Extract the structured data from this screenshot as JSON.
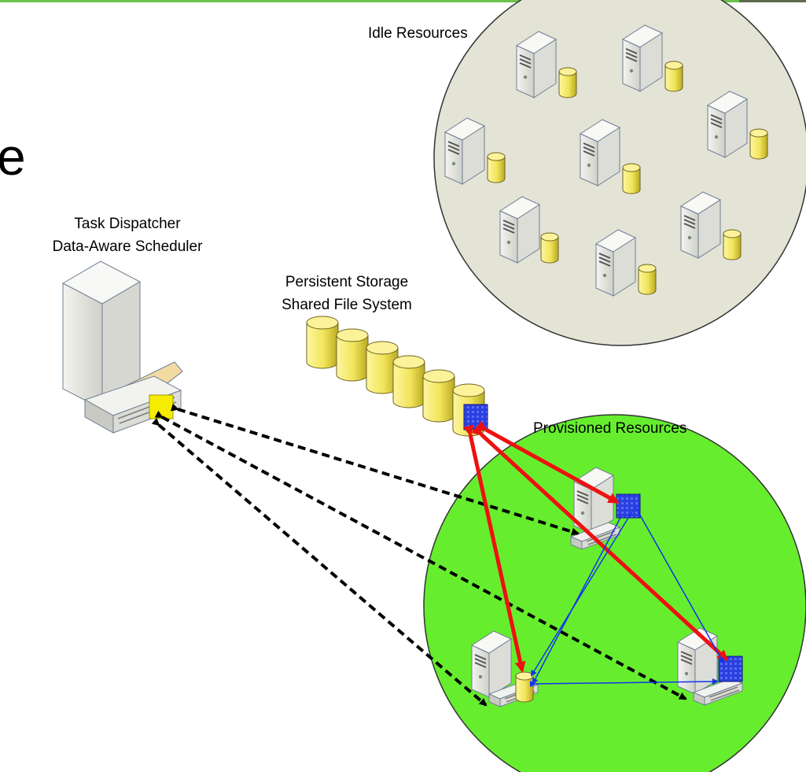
{
  "slide": {
    "title_fragment": "e",
    "top_rule_color": "#6cc24a"
  },
  "labels": {
    "idle_resources": "Idle Resources",
    "task_dispatcher_line1": "Task Dispatcher",
    "task_dispatcher_line2": "Data-Aware Scheduler",
    "persistent_storage_line1": "Persistent Storage",
    "persistent_storage_line2": "Shared File System",
    "provisioned_resources": "Provisioned Resources"
  },
  "colors": {
    "idle_pool_fill": "#e3e3d6",
    "provisioned_pool_fill": "#66ee2e",
    "disk_fill": "#f6ec6a",
    "data_block": "#1a33dd",
    "dispatch_arrow": "#000000",
    "storage_arrow": "#ee1111",
    "peer_arrow": "#1133ee"
  },
  "icons": {
    "server": "server-tower-icon",
    "disk": "disk-cylinder-icon",
    "tray": "task-tray-icon",
    "data_block": "data-block-icon"
  }
}
